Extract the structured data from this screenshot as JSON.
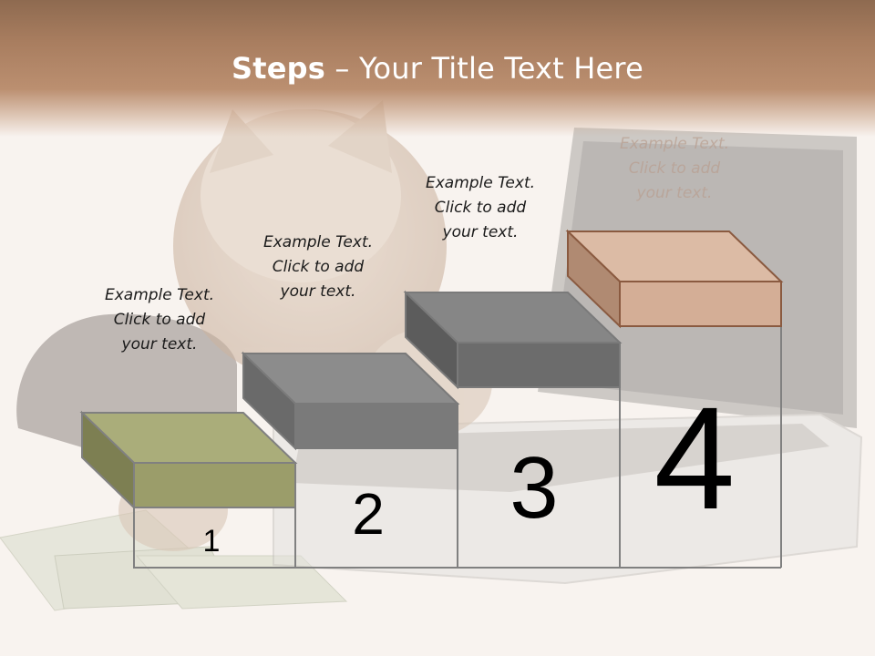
{
  "slide": {
    "title_bold": "Steps",
    "title_rest": " – Your Title Text Here"
  },
  "steps": [
    {
      "number": "1",
      "color": "#a8aa76",
      "caption": [
        "Example Text.",
        "Click  to add",
        "your text."
      ]
    },
    {
      "number": "2",
      "color": "#7a7a7a",
      "caption": [
        "Example Text.",
        "Click  to add",
        "your text."
      ]
    },
    {
      "number": "3",
      "color": "#707070",
      "caption": [
        "Example Text.",
        "Click  to add",
        "your text."
      ]
    },
    {
      "number": "4",
      "color": "#d7b39e",
      "caption": [
        "Example Text.",
        "Click  to add",
        "your text."
      ]
    }
  ],
  "colors": {
    "title_text": "#ffffff",
    "title_bar": "#a87d5f",
    "outline": "#808080"
  },
  "icons": [
    "kitten-image",
    "laptop-image",
    "banknotes-image"
  ]
}
